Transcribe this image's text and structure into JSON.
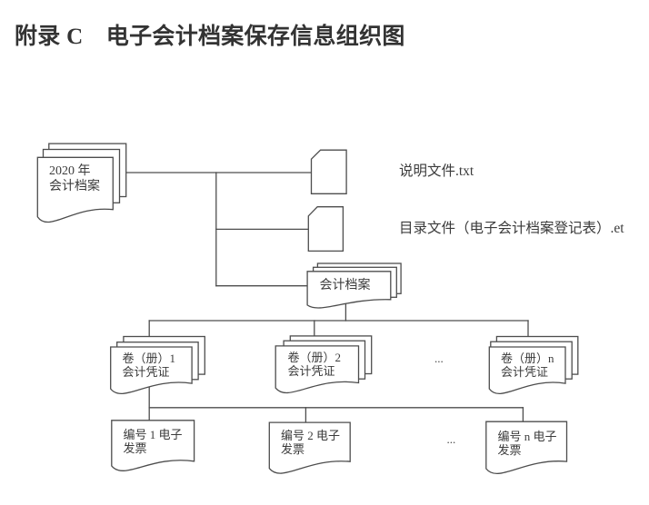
{
  "page": {
    "title": "附录 C　电子会计档案保存信息组织图"
  },
  "diagram": {
    "root_stack": {
      "line1": "2020 年",
      "line2": "会计档案"
    },
    "readme_file_label": "说明文件.txt",
    "catalog_file_label": "目录文件（电子会计档案登记表）.et",
    "archive_stack_label": "会计档案",
    "volume_stacks": [
      {
        "line1": "卷（册）1",
        "line2": "会计凭证"
      },
      {
        "line1": "卷（册）2",
        "line2": "会计凭证"
      },
      {
        "line1": "卷（册）n",
        "line2": "会计凭证"
      }
    ],
    "volumes_ellipsis": "...",
    "invoice_docs": [
      {
        "line1": "编号 1 电子",
        "line2": "发票"
      },
      {
        "line1": "编号 2 电子",
        "line2": "发票"
      },
      {
        "line1": "编号 n 电子",
        "line2": "发票"
      }
    ],
    "invoices_ellipsis": "...",
    "colors": {
      "line": "#4d4d4d",
      "text": "#3b3b3b",
      "background": "#ffffff"
    }
  }
}
